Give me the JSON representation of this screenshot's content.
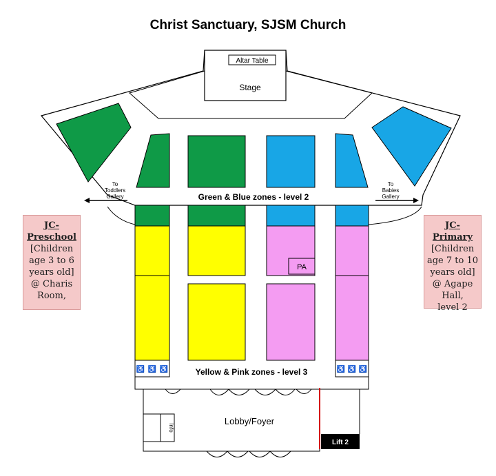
{
  "title": "Christ Sanctuary, SJSM Church",
  "labels": {
    "altar_table": "Altar Table",
    "stage": "Stage",
    "to_toddlers_line1": "To",
    "to_toddlers_line2": "Toddlers",
    "to_toddlers_line3": "Gallery",
    "to_babies_line1": "To",
    "to_babies_line2": "Babies",
    "to_babies_line3": "Gallery",
    "green_blue": "Green & Blue zones - level 2",
    "yellow_pink": "Yellow & Pink zones - level 3",
    "pa": "PA",
    "lobby": "Lobby/Foyer",
    "info": "Info",
    "lift": "Lift 2",
    "wheelchair": "♿"
  },
  "jc_preschool": {
    "heading": "JC-Preschool",
    "line1": "[Children",
    "line2": "age 3 to 6",
    "line3": "years old]",
    "line4": "@ Charis",
    "line5": "Room,"
  },
  "jc_primary": {
    "heading": "JC-Primary",
    "line1": "[Children",
    "line2": "age 7 to 10",
    "line3": "years old]",
    "line4": "@ Agape",
    "line5": "Hall,",
    "line6": "level 2"
  },
  "colors": {
    "green": "#0f9a47",
    "blue": "#18a6e6",
    "yellow": "#ffff00",
    "pink": "#f49cf2",
    "box_pink": "#f5c9c9",
    "lift_red": "#d40000"
  }
}
